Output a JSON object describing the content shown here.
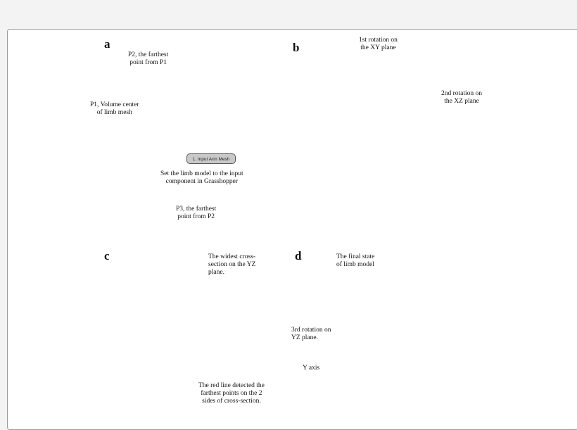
{
  "panels": {
    "a": "a",
    "b": "b",
    "c": "c",
    "d": "d"
  },
  "panel_a": {
    "p2": [
      "P2, the farthest",
      "point from P1"
    ],
    "p1": [
      "P1, Volume center",
      "of limb mesh"
    ],
    "node": "1. Input Arm Mesh",
    "set_model": [
      "Set the limb model to the input",
      "component in Grasshopper"
    ],
    "p3": [
      "P3, the farthest",
      "point from P2"
    ]
  },
  "panel_b": {
    "rot1": [
      "1st rotation on",
      "the XY plane"
    ],
    "rot2": [
      "2nd rotation on",
      "the XZ plane"
    ]
  },
  "panel_c": {
    "widest": [
      "The widest cross-",
      "section on the YZ",
      "plane."
    ],
    "redline": [
      "The red line detected the",
      "farthest points on the 2",
      "sides of cross-section."
    ]
  },
  "panel_d": {
    "final": [
      "The final state",
      "of limb model"
    ],
    "rot3": [
      "3rd rotation on",
      "YZ plane."
    ],
    "yaxis": "Y axis"
  },
  "colors": {
    "grey_mesh": "#d7d7d7",
    "pink_mesh": "#f2aaa6",
    "blue_mesh": "#b3b3f5",
    "red_line": "#d83a3a",
    "green_line": "#3fb33f"
  }
}
